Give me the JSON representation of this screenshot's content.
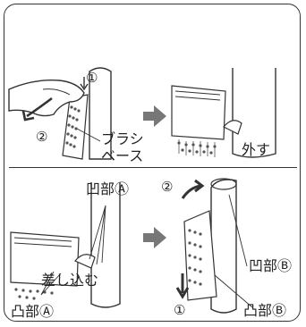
{
  "panel_top_left": {
    "step1": "①",
    "step2": "②",
    "brush_base_line1": "ブラシ",
    "brush_base_line2": "ベース"
  },
  "panel_top_right": {
    "remove": "外す"
  },
  "panel_bottom_left": {
    "recess_a": "凹部Ⓐ",
    "insert": "差し込む",
    "protrusion_a": "凸部Ⓐ"
  },
  "panel_bottom_right": {
    "step2": "②",
    "step1": "①",
    "recess_b": "凹部Ⓑ",
    "protrusion_b": "凸部Ⓑ"
  },
  "colors": {
    "line": "#333333",
    "arrow": "#777777",
    "teeth": "#555555"
  },
  "icons": [
    "right-arrow-icon",
    "curved-arrow-icon",
    "down-arrow-icon"
  ]
}
